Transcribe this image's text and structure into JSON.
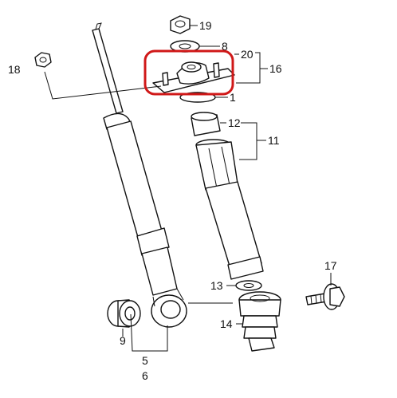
{
  "highlight": {
    "color": "#d01818"
  },
  "callouts": {
    "c19": "19",
    "c8": "8",
    "c20": "20",
    "c16": "16",
    "c18": "18",
    "c1": "1",
    "c12": "12",
    "c11": "11",
    "c17": "17",
    "c13": "13",
    "c14": "14",
    "c9": "9",
    "c5": "5",
    "c6": "6"
  },
  "parts": [
    "shock-absorber",
    "upper-mount",
    "top-nut",
    "mount-nut",
    "washer",
    "bump-stop",
    "dust-boot",
    "spring-seat",
    "jounce-bumper",
    "mounting-bolt",
    "bushing"
  ]
}
